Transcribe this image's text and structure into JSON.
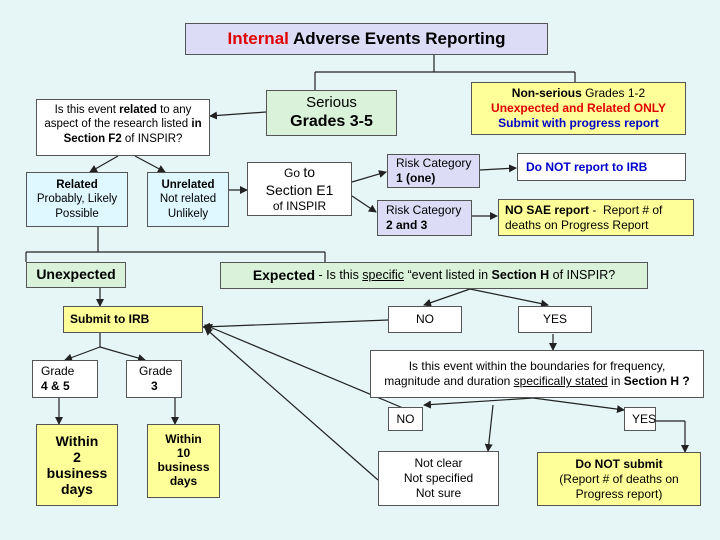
{
  "title": {
    "accent": "Internal",
    "rest": " Adverse Events Reporting"
  },
  "serious": {
    "line1": "Serious",
    "line2": "Grades 3-5"
  },
  "nonserious": {
    "bold": "Non-serious",
    "rest": " Grades 1-2",
    "line2": "Unexpected and Related ONLY",
    "line3": "Submit with progress report"
  },
  "related_question": {
    "pre": "Is this event ",
    "bold": "related",
    "mid": " to any aspect of the research listed ",
    "bold2": "in Section F2",
    "post": " of INSPIR?"
  },
  "related": {
    "head": "Related",
    "sub1": "Probably, Likely",
    "sub2": "Possible"
  },
  "unrelated": {
    "head": "Unrelated",
    "sub1": "Not related",
    "sub2": "Unlikely"
  },
  "goto": {
    "pre": "Go ",
    "to": "to",
    "line2": "Section E1",
    "line3": "of INSPIR"
  },
  "risk1": {
    "line1": "Risk Category",
    "line2": "1 (one)"
  },
  "risk2": {
    "line1": "Risk Category",
    "line2": "2 and 3"
  },
  "do_not_report": "Do NOT report to IRB",
  "no_sae": {
    "bold": "NO SAE report",
    "rest": " -  Report # of deaths on Progress Report"
  },
  "unexpected": "Unexpected",
  "expected": {
    "head": "Expected",
    "dash": " - ",
    "pre": "Is this ",
    "specific": "specific",
    "mid": " “event listed in ",
    "section": "Section H",
    "post": " of INSPIR?"
  },
  "submit_irb": "Submit to IRB",
  "no_1": "NO",
  "yes_1": "YES",
  "grade45": {
    "line1": "Grade",
    "line2": "4 & 5"
  },
  "grade3": {
    "line1": "Grade",
    "line2": "3"
  },
  "within2": {
    "line1": "Within",
    "line2": "2",
    "line3": "business",
    "line4": "days"
  },
  "within10": {
    "line1": "Within",
    "line2": "10",
    "line3": "business",
    "line4": "days"
  },
  "boundaries": {
    "line1": "Is this event within the boundaries for frequency,",
    "pre2": "magnitude and duration ",
    "specifically": "specifically stated",
    "mid2": " in ",
    "section": "Section H",
    "post2": " ?"
  },
  "no_2": "NO",
  "yes_2": "YES",
  "not_clear": {
    "line1": "Not clear",
    "line2": "Not specified",
    "line3": "Not sure"
  },
  "do_not_submit": {
    "head": "Do NOT submit",
    "line2": "(Report # of deaths on",
    "line3": "Progress report)"
  },
  "colors": {
    "background": "#e6f6f6",
    "lavender": "#dcdcf6",
    "green": "#d9f2d9",
    "cyan": "#dff7ff",
    "yellow": "#ffff99",
    "accent_red": "#e00000",
    "blue_text": "#0000cc"
  }
}
